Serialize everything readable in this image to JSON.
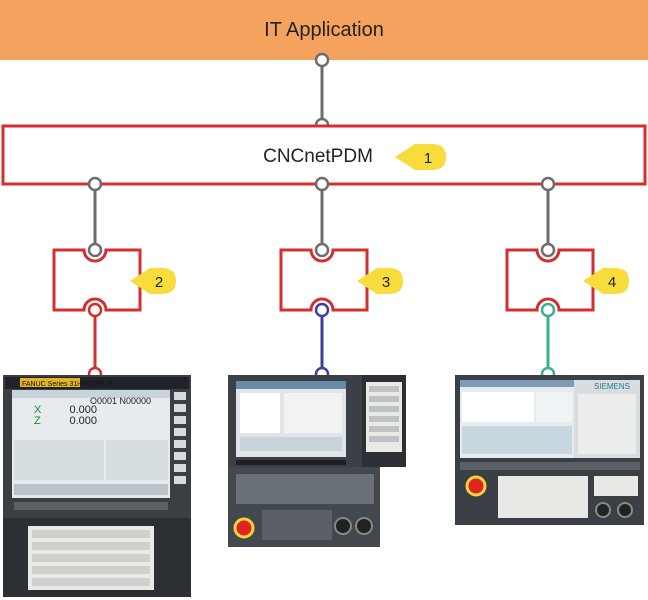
{
  "header": {
    "title": "IT Application"
  },
  "middleware": {
    "title": "CNCnetPDM",
    "badge": "1"
  },
  "adapters": [
    {
      "badge": "2"
    },
    {
      "badge": "3"
    },
    {
      "badge": "4"
    }
  ],
  "controllers": [
    {
      "brand": "FANUC Series 31i-MODEL B",
      "program": "O0001 N00000",
      "axes": [
        "X",
        "Z"
      ],
      "values": [
        "0.000",
        "0.000"
      ]
    },
    {
      "brand": ""
    },
    {
      "brand": "SIEMENS"
    }
  ],
  "colors": {
    "header_fill": "#f5a25e",
    "box_border": "#d32f2f",
    "link_gray": "#6d6d6d",
    "link_red": "#d32f2f",
    "link_blue": "#3f3f9a",
    "link_teal": "#3fae8f",
    "badge_fill": "#f7dc3c"
  }
}
